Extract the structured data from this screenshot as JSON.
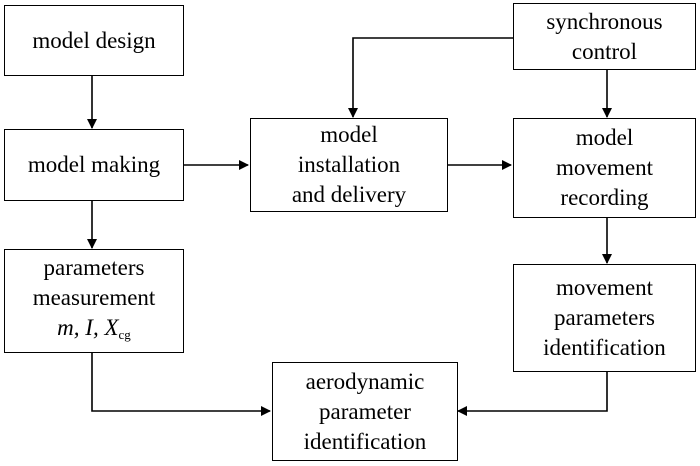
{
  "diagram": {
    "nodes": {
      "model_design": {
        "lines": [
          "model design"
        ]
      },
      "model_making": {
        "lines": [
          "model making"
        ]
      },
      "parameters_measurement": {
        "lines": [
          "parameters",
          "measurement"
        ],
        "symbols": {
          "m": "m",
          "sep1": ", ",
          "I": "I",
          "sep2": ", ",
          "X": "X",
          "sub": "cg"
        }
      },
      "model_installation": {
        "lines": [
          "model",
          "installation",
          "and delivery"
        ]
      },
      "synchronous_control": {
        "lines": [
          "synchronous",
          "control"
        ]
      },
      "model_movement_recording": {
        "lines": [
          "model",
          "movement",
          "recording"
        ]
      },
      "movement_parameters_identification": {
        "lines": [
          "movement",
          "parameters",
          "identification"
        ]
      },
      "aerodynamic_parameter_identification": {
        "lines": [
          "aerodynamic",
          "parameter",
          "identification"
        ]
      }
    },
    "edges": [
      [
        "model_design",
        "model_making"
      ],
      [
        "model_making",
        "model_installation"
      ],
      [
        "model_making",
        "parameters_measurement"
      ],
      [
        "synchronous_control",
        "model_installation"
      ],
      [
        "synchronous_control",
        "model_movement_recording"
      ],
      [
        "model_installation",
        "model_movement_recording"
      ],
      [
        "model_movement_recording",
        "movement_parameters_identification"
      ],
      [
        "parameters_measurement",
        "aerodynamic_parameter_identification"
      ],
      [
        "movement_parameters_identification",
        "aerodynamic_parameter_identification"
      ]
    ],
    "colors": {
      "line": "#000000",
      "box_fill": "#ffffff"
    }
  }
}
